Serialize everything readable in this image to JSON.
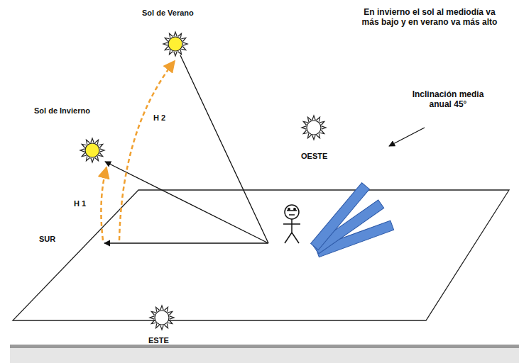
{
  "diagram": {
    "labels": [
      "Sol de Verano",
      "En invierno el sol al mediodía va más bajo y en verano va más alto",
      "Sol de Invierno",
      "H 2",
      "OESTE",
      "Inclinación media anual 45°",
      "H 1",
      "SUR",
      "ESTE"
    ]
  }
}
